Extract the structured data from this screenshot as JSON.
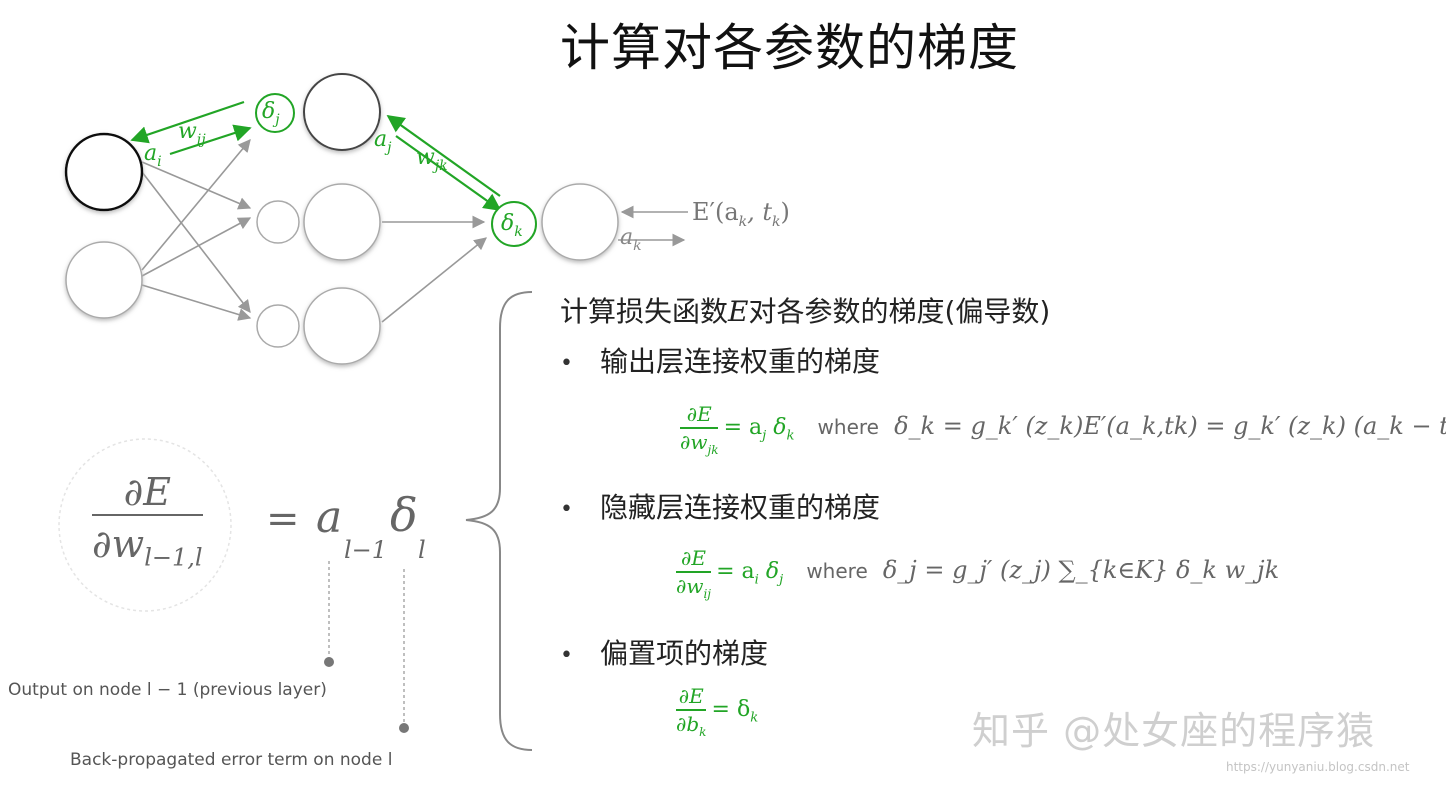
{
  "title": "计算对各参数的梯度",
  "network": {
    "w_ij": "w",
    "w_ij_sub": "ij",
    "a_i": "a",
    "a_i_sub": "i",
    "delta_j": "δ",
    "delta_j_sub": "j",
    "a_j": "a",
    "a_j_sub": "j",
    "w_jk": "w",
    "w_jk_sub": "jk",
    "delta_k": "δ",
    "delta_k_sub": "k",
    "error_label": "E′(a",
    "error_sub_k": "k",
    "error_t": ", t",
    "error_sub_k2": "k",
    "error_close": ")",
    "a_k": "a",
    "a_k_sub": "k"
  },
  "heading": {
    "prefix": "计算损失函数",
    "var": "E",
    "suffix": "对各参数的梯度(偏导数)"
  },
  "sections": [
    {
      "bullet": "•",
      "label": "输出层连接权重的梯度"
    },
    {
      "bullet": "•",
      "label": "隐藏层连接权重的梯度"
    },
    {
      "bullet": "•",
      "label": "偏置项的梯度"
    }
  ],
  "eq1": {
    "num": "∂E",
    "den": "∂w",
    "den_sub": "jk",
    "rhs": "= a",
    "rhs_sub": "j",
    "delta": " δ",
    "delta_sub": "k",
    "where": "where",
    "rest": "δ_k = g_k′ (z_k)E′(a_k,tk) = g_k′ (z_k) (a_k − tk)"
  },
  "eq2": {
    "num": "∂E",
    "den": "∂w",
    "den_sub": "ij",
    "rhs": "= a",
    "rhs_sub": "i",
    "delta": " δ",
    "delta_sub": "j",
    "where": "where",
    "rest": "δ_j = g_j′ (z_j) ∑_{k∈K} δ_k w_jk"
  },
  "eq3": {
    "num": "∂E",
    "den": "∂b",
    "den_sub": "k",
    "rhs": "= δ",
    "rhs_sub": "k"
  },
  "big_eq": {
    "num": "∂E",
    "den": "∂w",
    "den_sub": "l−1,l",
    "equals": "=",
    "a": "a",
    "a_sub": "l−1",
    "delta": "δ",
    "delta_sub": "l"
  },
  "labels": {
    "output": "Output on node l − 1 (previous layer)",
    "backprop": "Back-propagated error term on node l"
  },
  "watermark": "知乎 @处女座的程序猿",
  "watermark_url": "https://yunyaniu.blog.csdn.net",
  "colors": {
    "green": "#22a526",
    "gray": "#666666"
  }
}
